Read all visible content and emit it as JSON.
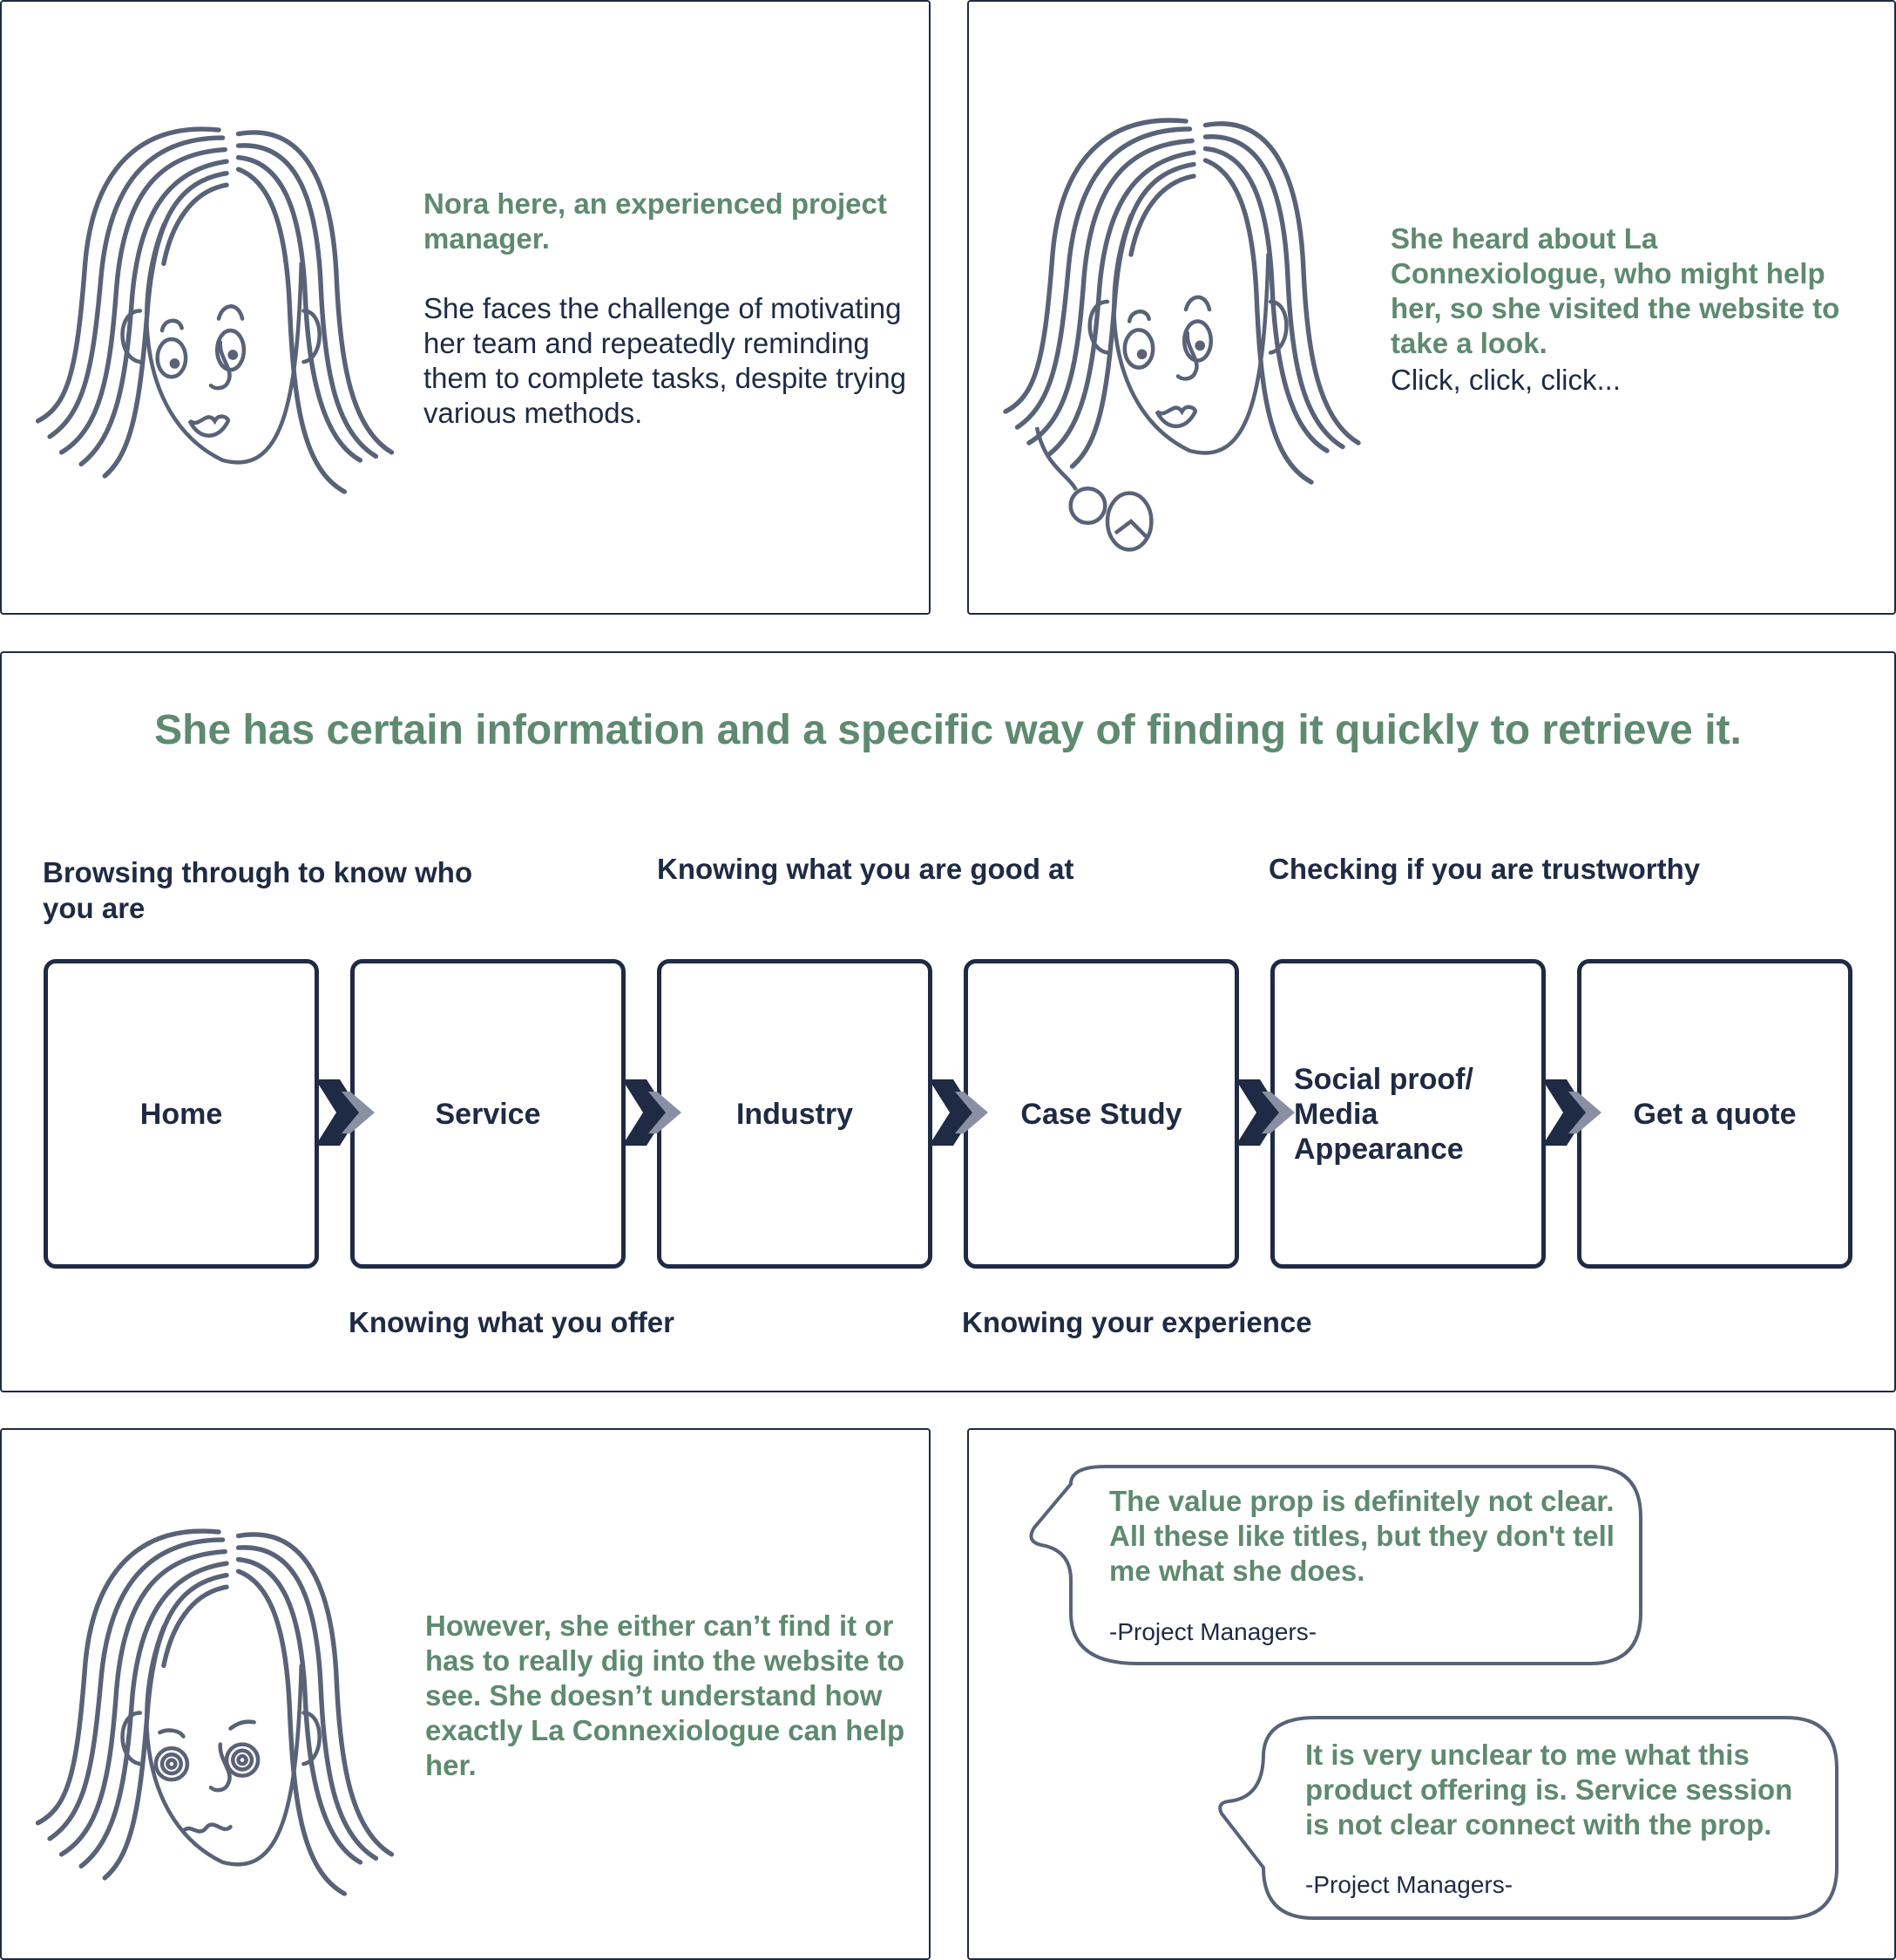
{
  "colors": {
    "accent_green": "#5e8a70",
    "navy": "#1f2a44",
    "sketch": "#5a6278"
  },
  "panel1": {
    "intro": "Nora here, an experienced project manager.",
    "body": "She faces the challenge of motivating her team and repeatedly reminding them to complete tasks, despite trying various methods."
  },
  "panel2": {
    "intro": "She heard about La Connexiologue, who might help her, so she visited the website to take a look.",
    "body": "Click, click, click..."
  },
  "panel3": {
    "title": "She has certain information and a specific way of finding it quickly to retrieve it.",
    "top_labels": [
      "Browsing through to know who you are",
      "Knowing what you are good at",
      "Checking if you are trustworthy"
    ],
    "bottom_labels": [
      "Knowing what you offer",
      "Knowing your experience"
    ],
    "steps": [
      "Home",
      "Service",
      "Industry",
      "Case Study",
      "Social proof/ Media Appearance",
      "Get a quote"
    ]
  },
  "panel4": {
    "body": "However,  she either can’t find it or has to really dig into the website to see. She doesn’t understand how exactly La Connexiologue can help her."
  },
  "panel5": {
    "quotes": [
      {
        "text": "The value prop is definitely not clear. All these like titles, but they don't tell me what she does.",
        "source": "-Project Managers-"
      },
      {
        "text": "It is very unclear to me what this product offering is. Service session is not clear connect with the prop.",
        "source": "-Project Managers-"
      }
    ]
  }
}
